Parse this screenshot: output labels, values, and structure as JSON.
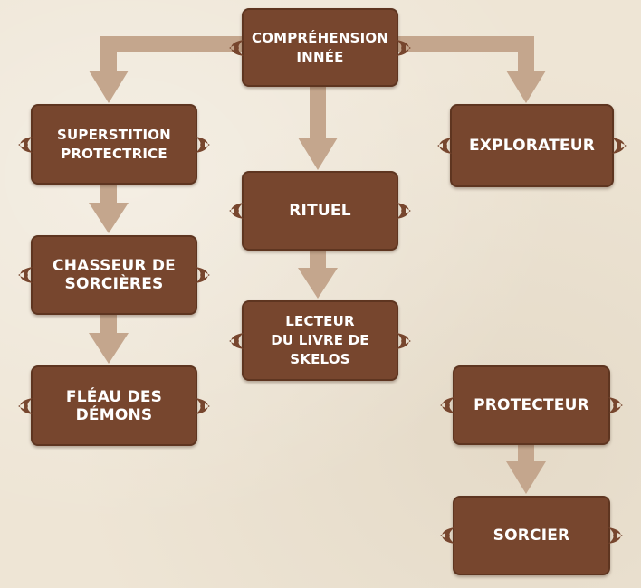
{
  "colors": {
    "background": "#eee5d5",
    "node_fill": "#77462e",
    "node_border": "#5e3520",
    "node_text": "#ffffff",
    "arrow": "#c4a68d",
    "knot": "#77462e"
  },
  "nodes": {
    "comprehension_innee": "COMPRÉHENSION\nINNÉE",
    "superstition_protectrice": "SUPERSTITION\nPROTECTRICE",
    "rituel": "RITUEL",
    "explorateur": "EXPLORATEUR",
    "chasseur_de_sorcieres": "CHASSEUR DE\nSORCIÈRES",
    "lecteur_du_livre_de_skelos": "LECTEUR\nDU LIVRE DE\nSKELOS",
    "fleau_des_demons": "FLÉAU DES\nDÉMONS",
    "protecteur": "PROTECTEUR",
    "sorcier": "SORCIER"
  },
  "links": [
    {
      "from": "comprehension_innee",
      "to": "superstition_protectrice"
    },
    {
      "from": "comprehension_innee",
      "to": "rituel"
    },
    {
      "from": "comprehension_innee",
      "to": "explorateur"
    },
    {
      "from": "superstition_protectrice",
      "to": "chasseur_de_sorcieres"
    },
    {
      "from": "chasseur_de_sorcieres",
      "to": "fleau_des_demons"
    },
    {
      "from": "rituel",
      "to": "lecteur_du_livre_de_skelos"
    },
    {
      "from": "protecteur",
      "to": "sorcier"
    }
  ]
}
